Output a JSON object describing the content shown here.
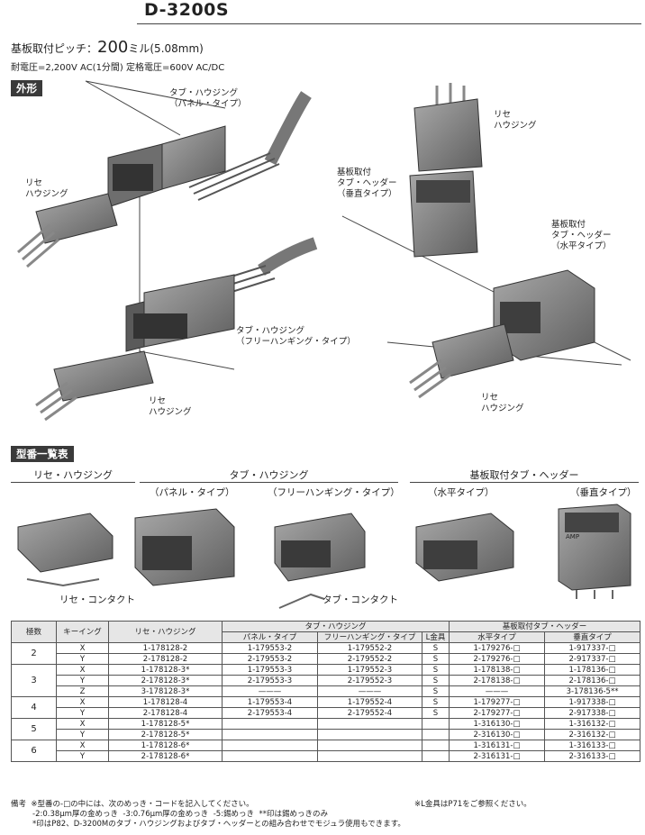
{
  "header": {
    "title": "D-3200S",
    "pitch_prefix": "基板取付ピッチ：",
    "pitch_value": "200",
    "pitch_suffix": "ミル(5.08mm)",
    "voltage": "耐電圧=2,200V AC(1分間)  定格電圧=600V AC/DC"
  },
  "outline": {
    "section_label": "外形",
    "tab_panel": "タブ・ハウジング\n（パネル・タイプ）",
    "rec_left": "リセ\nハウジング",
    "tab_free": "タブ・ハウジング\n（フリーハンギング・タイプ）",
    "rec_bottom": "リセ\nハウジング",
    "rec_right_top": "リセ\nハウジング",
    "header_vertical": "基板取付\nタブ・ヘッダー\n（垂直タイプ）",
    "header_horizontal": "基板取付\nタブ・ヘッダー\n（水平タイプ）",
    "rec_right_bottom": "リセ\nハウジング"
  },
  "parts": {
    "section_label": "型番一覧表",
    "rec_housing": "リセ・ハウジング",
    "tab_housing": "タブ・ハウジング",
    "panel_type": "（パネル・タイプ）",
    "free_type": "（フリーハンギング・タイプ）",
    "pcb_header": "基板取付タブ・ヘッダー",
    "horizontal_type": "（水平タイプ）",
    "vertical_type": "（垂直タイプ）",
    "rec_contact": "リセ・コンタクト",
    "tab_contact": "タブ・コンタクト",
    "header_mark": "AMP"
  },
  "table": {
    "h_poles": "極数",
    "h_keying": "キーイング",
    "h_rec": "リセ・ハウジング",
    "h_tab": "タブ・ハウジング",
    "h_header": "基板取付タブ・ヘッダー",
    "h_panel": "パネル・タイプ",
    "h_free": "フリーハンギング・タイプ",
    "h_l": "L金具",
    "h_horiz": "水平タイプ",
    "h_vert": "垂直タイプ",
    "groups": [
      {
        "poles": "2",
        "rows": [
          [
            "X",
            "1-178128-2",
            "1-179553-2",
            "1-179552-2",
            "S",
            "1-179276-□",
            "1-917337-□"
          ],
          [
            "Y",
            "2-178128-2",
            "2-179553-2",
            "2-179552-2",
            "S",
            "2-179276-□",
            "2-917337-□"
          ]
        ]
      },
      {
        "poles": "3",
        "rows": [
          [
            "X",
            "1-178128-3*",
            "1-179553-3",
            "1-179552-3",
            "S",
            "1-178138-□",
            "1-178136-□"
          ],
          [
            "Y",
            "2-178128-3*",
            "2-179553-3",
            "2-179552-3",
            "S",
            "2-178138-□",
            "2-178136-□"
          ],
          [
            "Z",
            "3-178128-3*",
            "———",
            "———",
            "S",
            "———",
            "3-178136-5**"
          ]
        ]
      },
      {
        "poles": "4",
        "rows": [
          [
            "X",
            "1-178128-4",
            "1-179553-4",
            "1-179552-4",
            "S",
            "1-179277-□",
            "1-917338-□"
          ],
          [
            "Y",
            "2-178128-4",
            "2-179553-4",
            "2-179552-4",
            "S",
            "2-179277-□",
            "2-917338-□"
          ]
        ]
      },
      {
        "poles": "5",
        "rows": [
          [
            "X",
            "1-178128-5*",
            "",
            "",
            "",
            "1-316130-□",
            "1-316132-□"
          ],
          [
            "Y",
            "2-178128-5*",
            "",
            "",
            "",
            "2-316130-□",
            "2-316132-□"
          ]
        ]
      },
      {
        "poles": "6",
        "rows": [
          [
            "X",
            "1-178128-6*",
            "",
            "",
            "",
            "1-316131-□",
            "1-316133-□"
          ],
          [
            "Y",
            "2-178128-6*",
            "",
            "",
            "",
            "2-316131-□",
            "2-316133-□"
          ]
        ]
      }
    ]
  },
  "notes": {
    "line1": "備考  ※型番の-□の中には、次のめっき・コードを記入してください。",
    "line1_right": "※L金具はP71をご参照ください。",
    "line2": "-2:0.38μm厚の金めっき  -3:0.76μm厚の金めっき  -5:錫めっき  **印は錫めっきのみ",
    "line3": "*印はP82、D-3200Mのタブ・ハウジングおよびタブ・ヘッダーとの組み合わせでモジュラ使用もできます。"
  },
  "colors": {
    "housing": "#7f7f7f",
    "housing_dark": "#4a4a4a",
    "housing_light": "#b5b5b5",
    "section_bg": "#3a3a3a"
  }
}
